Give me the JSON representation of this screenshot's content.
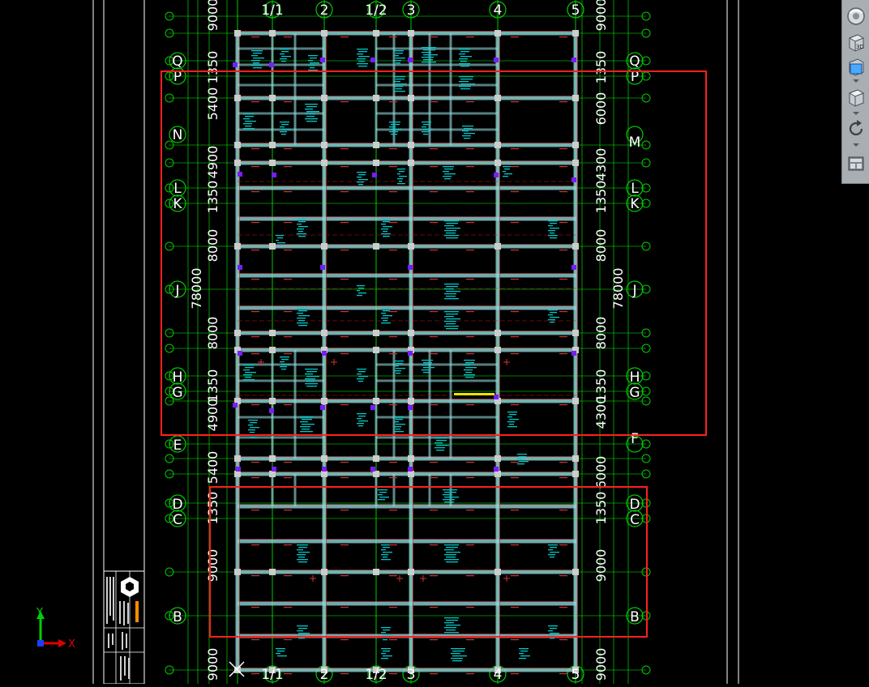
{
  "view": {
    "cube_3d_label": "3D"
  },
  "axes": {
    "x_label": "X",
    "y_label": "Y"
  },
  "column_axes": {
    "top": [
      "1/1",
      "2",
      "1/2",
      "3",
      "4",
      "5"
    ],
    "bottom": [
      "1/1",
      "2",
      "1/2",
      "3",
      "4",
      "5"
    ]
  },
  "row_axes_left": [
    "Q",
    "P",
    "N",
    "L",
    "K",
    "J",
    "H",
    "G",
    "E",
    "D",
    "C",
    "B"
  ],
  "row_axes_right": [
    "Q",
    "P",
    "M",
    "L",
    "K",
    "J",
    "H",
    "G",
    "F",
    "D",
    "C",
    "B"
  ],
  "dims_left": [
    "9000",
    "1350",
    "5400",
    "4900",
    "1350",
    "8000",
    "78000",
    "8000",
    "1350",
    "4900",
    "5400",
    "1350",
    "9000",
    "9000"
  ],
  "dims_right": [
    "9000",
    "1350",
    "6000",
    "4300",
    "1350",
    "8000",
    "78000",
    "8000",
    "1350",
    "4300",
    "6000",
    "1350",
    "9000",
    "9000"
  ],
  "colors": {
    "background": "#000000",
    "axis_grid": "#00ff00",
    "axis_bubble": "#00cc00",
    "beam": "#8fd3d6",
    "beam_edge": "#c81414",
    "annotation": "#00c8c8",
    "column": "#cccccc",
    "highlight": "#ff2020",
    "purple_mark": "#7a1cff"
  }
}
